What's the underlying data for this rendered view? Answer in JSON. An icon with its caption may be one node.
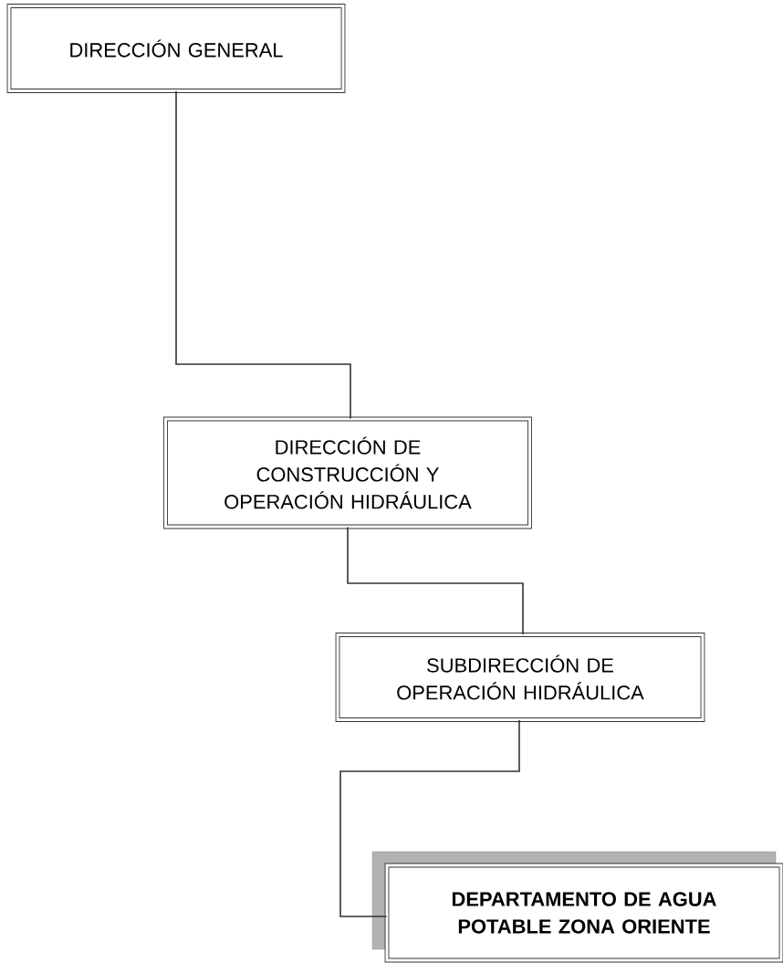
{
  "diagram": {
    "nodes": [
      {
        "text": [
          "DIRECCIÓN GENERAL"
        ]
      },
      {
        "text": [
          "DIRECCIÓN DE CONSTRUCCIÓN Y OPERACIÓN HIDRÁULICA"
        ]
      },
      {
        "text": [
          "SUBDIRECCIÓN DE OPERACIÓN HIDRÁULICA"
        ]
      },
      {
        "text": [
          "DEPARTAMENTO DE AGUA POTABLE ZONA ORIENTE"
        ]
      }
    ],
    "edges": [
      {
        "from": 0,
        "to": 1,
        "arrow": "none"
      },
      {
        "from": 1,
        "to": 2,
        "arrow": "none"
      },
      {
        "from": 2,
        "to": 3,
        "arrow": "none"
      }
    ]
  }
}
